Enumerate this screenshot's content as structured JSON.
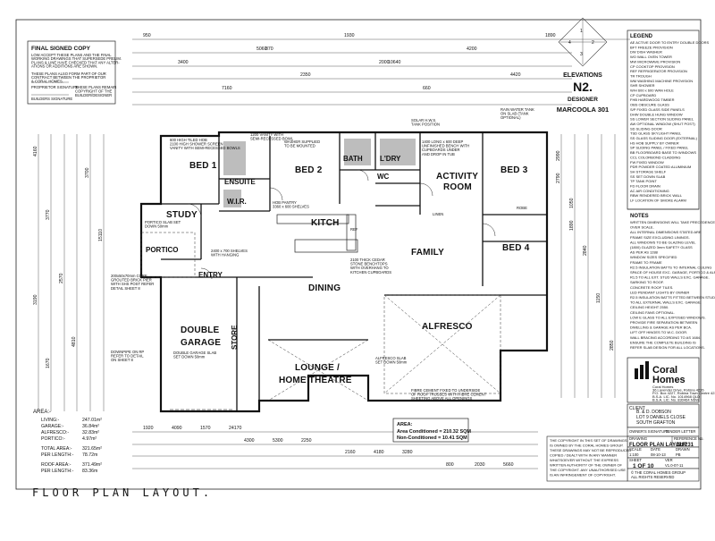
{
  "title": "FLOOR PLAN LAYOUT.",
  "final_copy": {
    "heading": "FINAL SIGNED COPY",
    "text": [
      "LOW ACCEPT THESE PLANS AND THE FINAL",
      "WORKING DRAWINGS THAT SUPERSEDE PRELIM.",
      "PLANS & LINE HAVE CHECKED THAT ANY ALTER-",
      "ATIONS OR ADDITIONS ARE SHOWN.",
      "",
      "THESE PLANS ALSO FORM PART OF OUR",
      "CONTRACT BETWEEN THE PROPRIETOR",
      "& CORAL HOMES."
    ],
    "proprietor": "PROPRIETOR SIGNATURE",
    "builder": "BUILDERS SIGNATURE",
    "remain": [
      "THESE PLANS REMAIN",
      "COPYRIGHT OF THE",
      "BUILDER/DESIGNER"
    ]
  },
  "elevations": {
    "label": "ELEVATIONS",
    "code": "N2.",
    "designer": "DESIGNER",
    "model": "MARCOOLA 301"
  },
  "rooms": {
    "bed1": "BED 1",
    "ensuite": "ENSUITE",
    "wir": "W.I.R.",
    "bed2": "BED 2",
    "bath": "BATH",
    "ldry": "L'DRY",
    "wc": "WC",
    "activity": "ACTIVITY",
    "activity2": "ROOM",
    "bed3": "BED 3",
    "study": "STUDY",
    "kitch": "KITCH",
    "family": "FAMILY",
    "bed4": "BED 4",
    "portico": "PORTICO",
    "entry": "ENTRY",
    "dining": "DINING",
    "alfresco": "ALFRESCO",
    "double": "DOUBLE",
    "garage": "GARAGE",
    "store": "STORE",
    "lounge": "LOUNGE /",
    "theatre": "HOME THEATRE",
    "linen": "LINEN",
    "robe": "ROBE",
    "ref": "REF"
  },
  "dims_top": [
    "950",
    "870",
    "10640",
    "4420",
    "7160",
    "1930",
    "4200",
    "3400",
    "2350",
    "660",
    "1890",
    "5060",
    "2000"
  ],
  "dims_bottom": [
    "1920",
    "4300",
    "2160",
    "800",
    "4090",
    "5300",
    "4180",
    "2030",
    "1570",
    "2250",
    "3280",
    "5660",
    "24170"
  ],
  "dims_left": [
    "4160",
    "3770",
    "2570",
    "4810",
    "3700",
    "15110",
    "3190",
    "1670"
  ],
  "dims_right": [
    "2990",
    "1050",
    "2840",
    "1150",
    "2850",
    "2790",
    "1890"
  ],
  "areas": {
    "heading": "AREA:-",
    "rows": [
      [
        "LIVING:-",
        "247.01m²"
      ],
      [
        "GARAGE:-",
        "36.84m²"
      ],
      [
        "ALFRESCO:-",
        "32.83m²"
      ],
      [
        "PORTICO:-",
        "4.97m²"
      ],
      [
        "TOTAL AREA:-",
        "321.65m²"
      ],
      [
        "PER LENGTH:-",
        "78.72m"
      ],
      [
        "ROOF AREA:-",
        "371.49m²"
      ],
      [
        "PER LENGTH:-",
        "83.36m"
      ]
    ]
  },
  "area_box": {
    "heading": "AREA:",
    "cond": "Area Conditioned = 210.32 SQM",
    "noncond": "Non-Conditioned = 10.41 SQM"
  },
  "legend": {
    "heading": "LEGEND",
    "items": [
      "AE  ACTIVE DOOR TO ENTRY DOUBLE DOORS",
      "BFT  FREEZE PROVISION",
      "DW  DISH WASHER",
      "WO  WALL OVEN TOWER",
      "MW  MICROWAVE PROVISION",
      "CP  COOKTOP PROVISION",
      "REF  REFRIGERATOR PROVISION",
      "TR  TROUGH",
      "WM  WASHING MACHINE PROVISION",
      "SHR  SHOWER",
      "W/H  600 x 600 WAN HOLE",
      "CP  CUPBOARD",
      "FHB  HARDWOOD TIMBER",
      "OBS  OBSCURE GLASS",
      "S/P  FIXED GLASS SIDE PANELS",
      "DHW  DOUBLE HUNG WINDOW",
      "SS  LOWER SECTION SLIDING PANEL",
      "AW  OPTIONAL WINDOW (SHUT POST)",
      "SD  SLIDING DOOR",
      "TSD  GLASS SKYLIGHT PANEL",
      "SS  GLASS SLIDING DOOR (EXTERNAL)",
      "HS  HOB SUPPLY BY OWNER",
      "SP  SLIDING PANEL / FIXED PANEL",
      "BB  FLOORBOARD BASE TO WINDOWS",
      "CCL  COLORBOND CLADDING",
      "FW  FIXED WINDOW",
      "PDR  POWDER COATED ALUMINIUM",
      "SH  STORAGE SHELF",
      "SS  SET DOWN SLAB",
      "TP  TANK POINT",
      "FD  FLOOR DRAIN",
      "AC  AIR CONDITIONING",
      "RBW  RENDERED BRICK WALL",
      "LF  LOCATION OF SMOKE ALARM"
    ]
  },
  "notes": {
    "heading": "NOTES",
    "text": [
      "WRITTEN DIMENSIONS WILL TAKE PRECEDENCE",
      "OVER SCALE.",
      "ALL INTERNAL DIMENSIONS STATED ARE",
      "FRAME SIZE EXCLUDING LININGS.",
      "ALL WINDOWS TO BE GLAZING LEVEL",
      "(1800) GLAZED 3mm SAFETY GLASS",
      "AS PER AS 1288",
      "WINDOW SIZES SPECIFIED",
      "FRAME TO FRAME",
      "R2.5 INSULATION BATTS TO INTERNAL CEILING",
      "SPACE OF HOUSE EXC. GARAGE, PORTICO & ALFRESCO.",
      "R1.5 TO ALL EXT. STUD WALLS EXC. GARAGE.",
      "SARKING TO ROOF.",
      "CONCRETE ROOF TILES.",
      "LED PENDANT LIGHTS BY OWNER",
      "R2.5 INSULATION BATTS FITTED BETWEEN STUDS",
      "TO ALL EXTERNAL WALLS EXC. GARAGE.",
      "CEILING HEIGHT 2550.",
      "CEILING FANS OPTIONAL.",
      "LOW E GLASS TO ALL EXPOSED WINDOWS.",
      "PROVIDE FIRE SEPARATION BETWEEN",
      "DWELLING & GARAGE AS PER BCA.",
      "LIFT OFF HINGES TO W.C. DOOR.",
      "WALL BRACING ACCORDING TO AS 1684.",
      "ENSURE THE COMPLETE BUILDING IS",
      "REFER SLAB DESIGN FOR ALL LOCATIONS."
    ]
  },
  "company": {
    "name_line1": "Coral",
    "name_line2": "Homes",
    "addr": [
      "Coral Homes",
      "36 Lavender Drive, Robina 4226",
      "P.O. Box 4227, Robina Town Centre 4230",
      "B.S.A. LIC. No. 1014968 QLD",
      "B.S.A. LIC. No. 830464 NSW"
    ]
  },
  "client": {
    "label": "CLIENT",
    "lines": [
      "B. & D. DOBSON",
      "LOT 9 DANIELS CLOSE",
      "SOUTH GRAFTON"
    ]
  },
  "title_block": {
    "owner_sig": "OWNER'S SIGNATURE",
    "tender": "TENDER LETTER",
    "drawing_label": "DRAWING",
    "drawing": "FLOOR PLAN LAYOUT",
    "ref_label": "REFERENCE No.",
    "ref": "J20231",
    "scale_label": "SCALE",
    "scale": "1:100",
    "date_label": "DATE",
    "date": "08-10-13",
    "drawn_label": "DRAWN",
    "drawn": "PB",
    "sheet_label": "SHEET",
    "sheet": "1 OF 10",
    "rev_label": "VER",
    "rev": "V1.0-07-11",
    "copyright_owner": [
      "© THE CORAL HOMES GROUP",
      "ALL RIGHTS RESERVED"
    ],
    "copyright": [
      "THE COPYRIGHT IN THIS SET OF DRAWINGS",
      "IS OWNED BY THE CORAL HOMES GROUP.",
      "THESE DRAWINGS MAY NOT BE REPRODUCED",
      "COPIED / DEALT WITH IN ANY MANNER",
      "WHATSOEVER WITHOUT THE EXPRESS",
      "WRITTEN AUTHORITY OF THE OWNER OF",
      "THE COPYRIGHT. ANY UNAUTHORISED USE",
      "IS AN INFRINGEMENT OF COPYRIGHT."
    ]
  },
  "notes_plan": {
    "n1": [
      "600 HIGH TILED HOB",
      "2100 HIGH SHOWER SCREEN",
      "VANITY WITH SEMI-RECESSED BOWLS"
    ],
    "n2": [
      "1200 VANITY WITH",
      "SEMI-RECESSED BOWL"
    ],
    "n3": [
      "HOB PANTRY",
      "3360 x 600 SHELVES"
    ],
    "n4": [
      "2100 THICK CEDAR",
      "STONE BENCHTOPS",
      "WITH OVERHANG TO",
      "KITCHEN CUPBOARDS"
    ],
    "n5": [
      "200x50x70mm CORE",
      "GROUTED BRICK PIER",
      "WITH SHS POST REFER",
      "DETAIL SHEET 8"
    ],
    "n6": [
      "DOWNPIPE ON RP",
      "REFER TO DETAIL",
      "ON SHEET 8"
    ],
    "n7": [
      "ALFRESCO SLAB",
      "SET DOWN 50mm"
    ],
    "n8": [
      "1400 LONG x 600 DEEP",
      "UNFINISHED BENCH WITH",
      "CUPBOARDS UNDER",
      "AND DROP IN TUB"
    ],
    "n9": [
      "SOLAR H.W.S.",
      "TANK POSITION"
    ],
    "n10": [
      "RAIN WATER TANK",
      "ON SLAB (TANK",
      "OPTIONAL)"
    ],
    "n11": [
      "FIBRE CEMENT FIXED TO UNDERSIDE",
      "OF ROOF TRUSSES WITH FIBRE CEMENT",
      "SHEETING ABOVE ALL OPENINGS"
    ],
    "n12": [
      "WASHER SUPPLIED",
      "TO BE MOUNTED"
    ],
    "n13": [
      "2400 x 700 SHELVES",
      "WITH HANGING"
    ],
    "n14": [
      "PORTICO SLAB SET",
      "DOWN 50mm"
    ],
    "n15": [
      "DOUBLE GARAGE SLAB",
      "SET DOWN 50mm"
    ]
  }
}
